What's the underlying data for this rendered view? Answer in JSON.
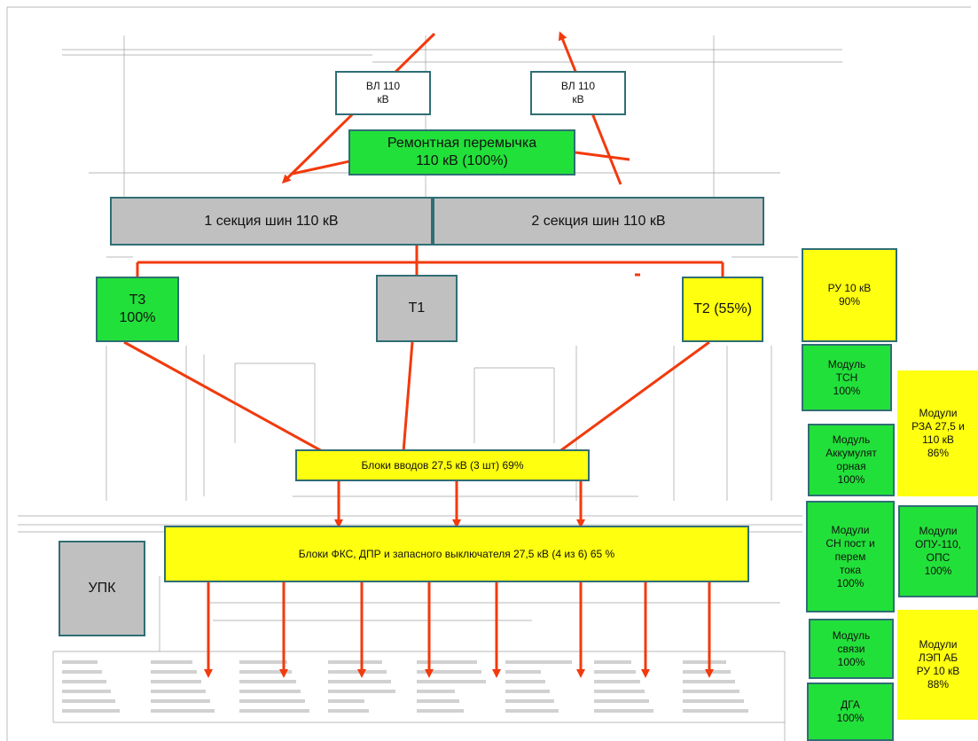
{
  "colors": {
    "green": "#22e03a",
    "yellow": "#ffff10",
    "gray": "#c0c0c0",
    "arrow": "#f23a0d",
    "border": "#2f6e74"
  },
  "boxes": {
    "vl_left": "ВЛ 110\nкВ",
    "vl_right": "ВЛ 110\nкВ",
    "remont": "Ремонтная перемычка\n110 кВ (100%)",
    "bus1": "1 секция шин 110 кВ",
    "bus2": "2 секция шин 110 кВ",
    "t3": "Т3\n100%",
    "t1": "Т1",
    "t2": "Т2 (55%)",
    "ru10": "РУ 10 кВ\n90%",
    "tsn": "Модуль\nТСН\n100%",
    "akk": "Модуль\nАккумулят\nорная\n100%",
    "rza": "Модули\nРЗА 27,5 и\n110 кВ\n86%",
    "sn": "Модули\nСН пост и\nперем\nтока\n100%",
    "opu": "Модули\nОПУ-110,\nОПС\n100%",
    "svyaz": "Модуль\nсвязи\n100%",
    "lep": "Модули\nЛЭП АБ\nРУ 10 кВ\n88%",
    "dga": "ДГА\n100%",
    "vvody": "Блоки вводов 27,5 кВ (3 шт) 69%",
    "fks": "Блоки ФКС, ДПР и запасного выключателя  27,5 кВ  (4 из 6) 65 %",
    "upk": "УПК"
  }
}
